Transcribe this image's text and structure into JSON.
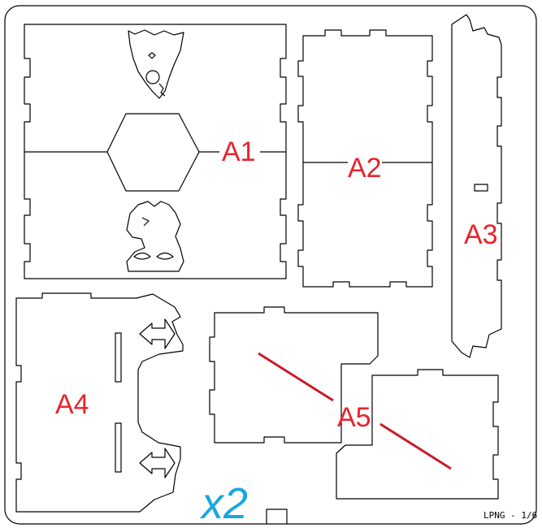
{
  "sheet": {
    "labels": {
      "a1": "A1",
      "a2": "A2",
      "a3": "A3",
      "a4": "A4",
      "a5": "A5"
    },
    "multiplier": "x2",
    "footer_code": "LPNG - 1/6"
  },
  "colors": {
    "label": "#e8232d",
    "multiplier": "#1aa6e0",
    "cut_line": "#000000",
    "score_line": "#cc1b27"
  }
}
